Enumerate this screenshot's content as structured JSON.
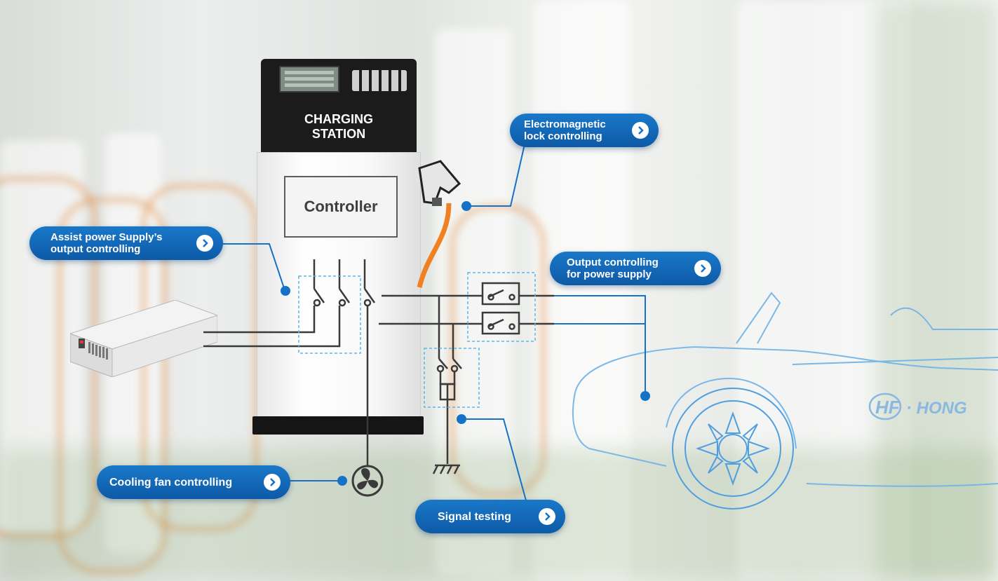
{
  "station": {
    "title_line1": "CHARGING",
    "title_line2": "STATION",
    "controller_label": "Controller"
  },
  "callouts": {
    "electromagnetic_lock": {
      "line1": "Electromagnetic",
      "line2": "lock controlling"
    },
    "assist_power": {
      "line1": "Assist power Supply’s",
      "line2": "output controlling"
    },
    "output_power": {
      "line1": "Output controlling",
      "line2": "for power supply"
    },
    "cooling_fan": {
      "label": "Cooling fan controlling"
    },
    "signal_testing": {
      "label": "Signal testing"
    }
  },
  "car": {
    "logo_text": "HF",
    "brand_text": "· HONG"
  },
  "icons": [
    "arrow-right-icon",
    "fan-icon",
    "ground-icon",
    "switch-icon"
  ],
  "colors": {
    "accent": "#1672c6",
    "line": "#3a3a3a",
    "dashed_box": "#59b7e6",
    "car_outline": "#6fb2e6"
  }
}
